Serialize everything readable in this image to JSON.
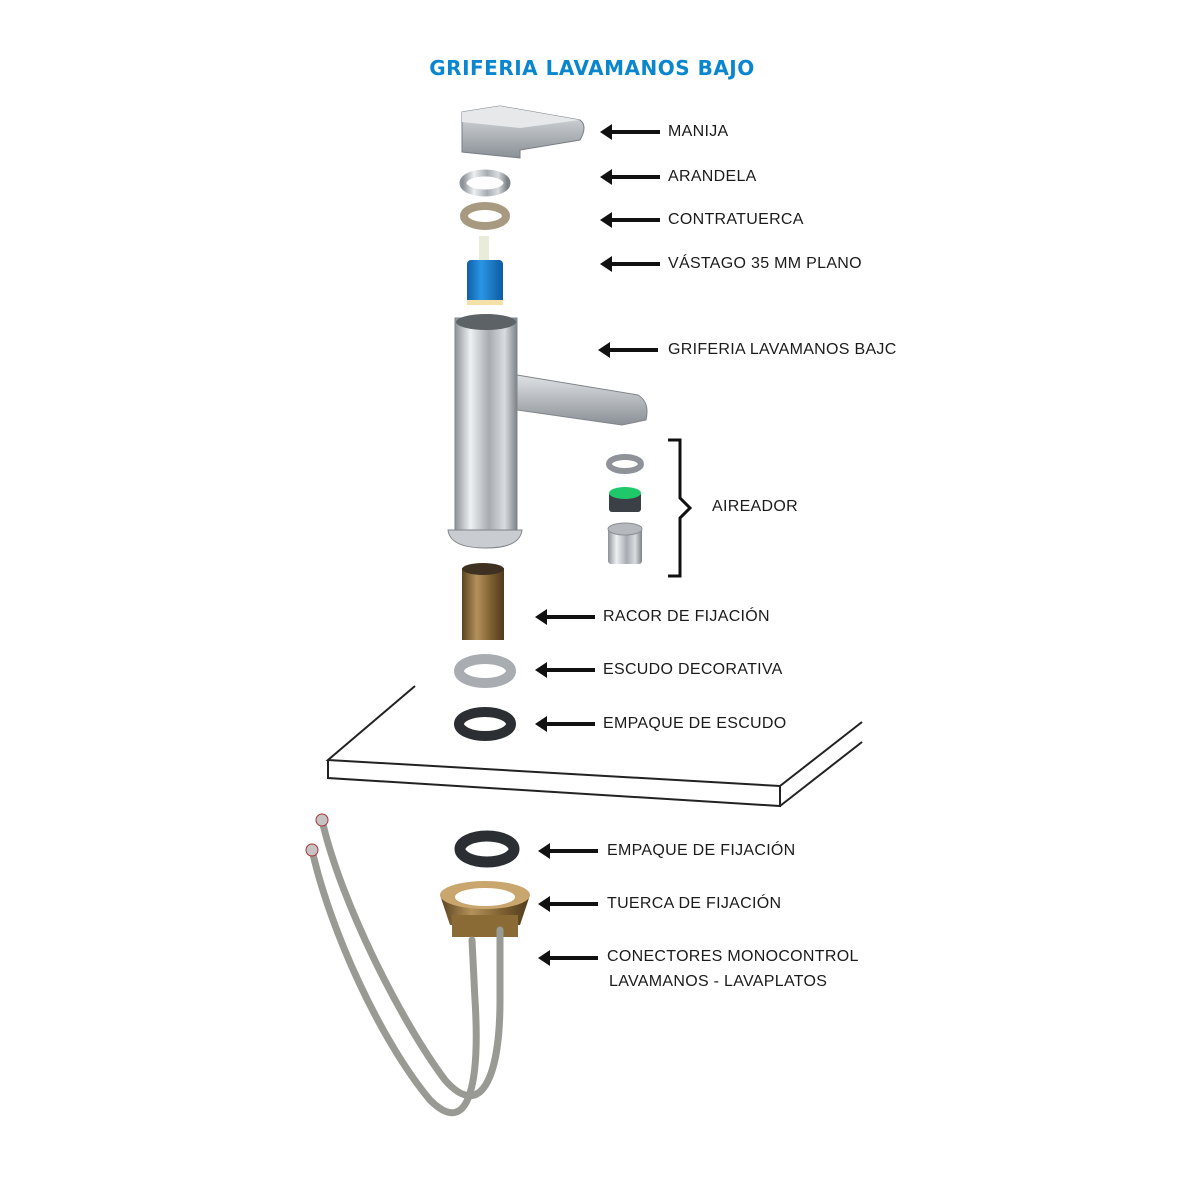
{
  "title": "GRIFERIA LAVAMANOS BAJO",
  "colors": {
    "title": "#0a86cf",
    "chrome": "#b9bdc2",
    "cartridge": "#1a7fd0",
    "brass": "#8a6a35",
    "rubber": "#2b2f33",
    "aerator_green": "#1fc96a"
  },
  "parts": [
    {
      "id": "manija",
      "label": "MANIJA"
    },
    {
      "id": "arandela",
      "label": "ARANDELA"
    },
    {
      "id": "contratuerca",
      "label": "CONTRATUERCA"
    },
    {
      "id": "vastago",
      "label": "VÁSTAGO 35 MM PLANO"
    },
    {
      "id": "griferia",
      "label": "GRIFERIA LAVAMANOS BAJC"
    },
    {
      "id": "aireador",
      "label": "AIREADOR"
    },
    {
      "id": "racor",
      "label": "RACOR DE FIJACIÓN"
    },
    {
      "id": "escudo",
      "label": "ESCUDO DECORATIVA"
    },
    {
      "id": "empaque_escudo",
      "label": "EMPAQUE DE ESCUDO"
    },
    {
      "id": "empaque_fijacion",
      "label": "EMPAQUE DE FIJACIÓN"
    },
    {
      "id": "tuerca",
      "label": "TUERCA DE FIJACIÓN"
    },
    {
      "id": "conectores",
      "label": "CONECTORES MONOCONTROL",
      "label2": "LAVAMANOS - LAVAPLATOS"
    }
  ]
}
